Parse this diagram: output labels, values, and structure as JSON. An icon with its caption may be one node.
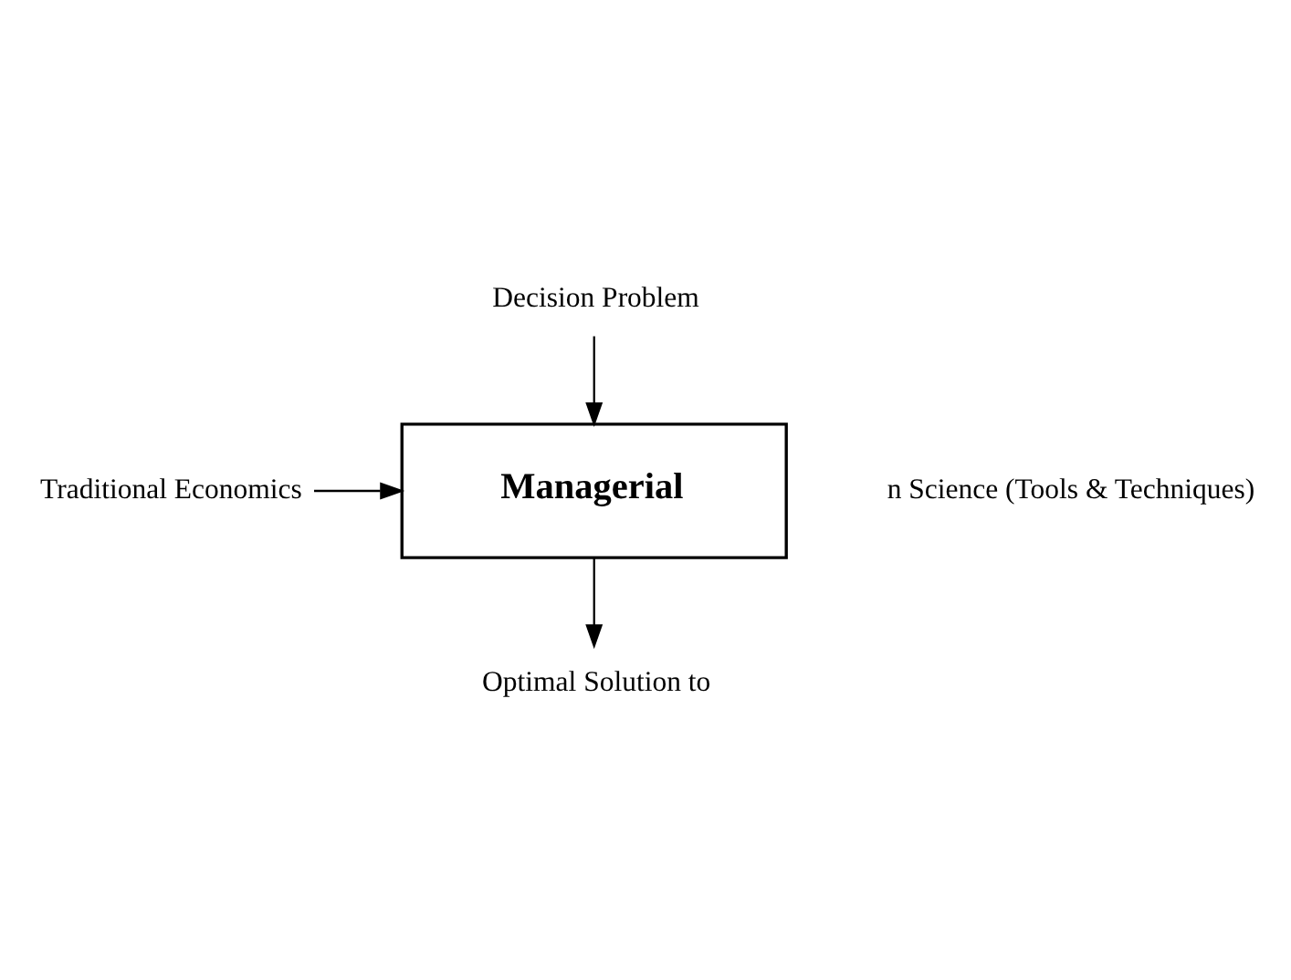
{
  "diagram": {
    "nodes": [
      {
        "text": [
          "Decision Problem"
        ]
      },
      {
        "text": [
          "Managerial"
        ]
      },
      {
        "text": [
          "Traditional Economics"
        ]
      },
      {
        "text": [
          "Optimal Solution to"
        ]
      }
    ],
    "edges": [
      {
        "from": 0,
        "to": 1,
        "arrow": "to"
      },
      {
        "from": 2,
        "to": 1,
        "arrow": "to"
      },
      {
        "from": 1,
        "to": 3,
        "arrow": "to"
      }
    ],
    "labels": [
      "n Science (Tools & Techniques)"
    ]
  }
}
